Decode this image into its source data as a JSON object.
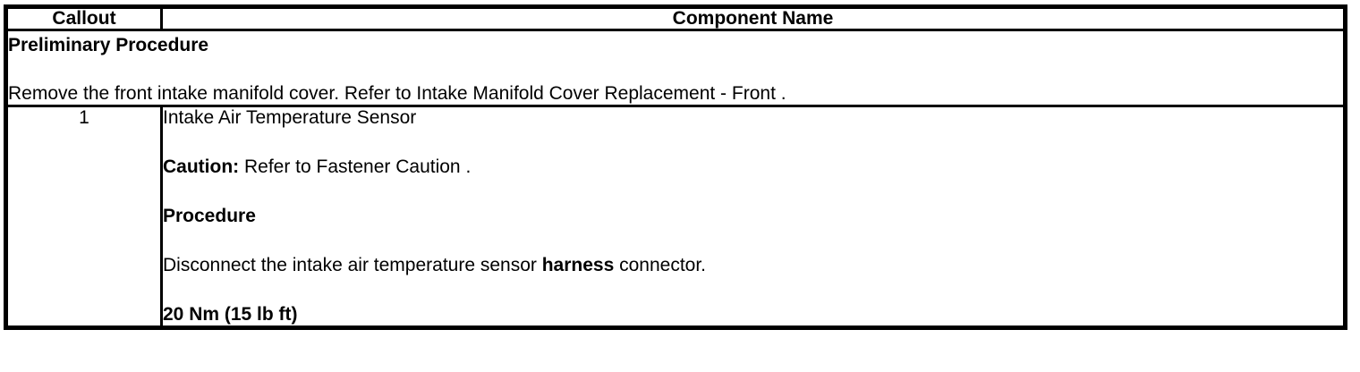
{
  "table": {
    "headers": {
      "callout": "Callout",
      "component_name": "Component Name"
    },
    "preliminary": {
      "title": "Preliminary Procedure",
      "body": "Remove the front intake manifold cover. Refer to Intake Manifold Cover Replacement - Front ."
    },
    "rows": [
      {
        "callout": "1",
        "component_title": "Intake Air Temperature Sensor",
        "caution_label": "Caution:",
        "caution_text": " Refer to Fastener Caution .",
        "procedure_label": "Procedure",
        "procedure_text_before": "Disconnect the intake air temperature sensor ",
        "procedure_text_emphasis": "harness",
        "procedure_text_after": " connector.",
        "torque": "20 Nm (15 lb ft)"
      }
    ]
  },
  "colors": {
    "border": "#000000",
    "text": "#000000",
    "background": "#ffffff"
  }
}
